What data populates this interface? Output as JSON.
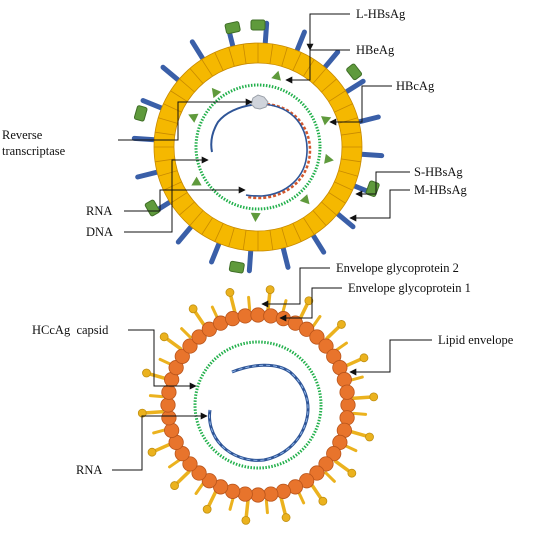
{
  "hbv": {
    "labels": {
      "l_hbsag": "L-HBsAg",
      "hbeag": "HBeAg",
      "hbcag": "HBcAg",
      "reverse_transcriptase_line1": "Reverse",
      "reverse_transcriptase_line2": "transcriptase",
      "s_hbsag": "S-HBsAg",
      "m_hbsag": "M-HBsAg",
      "rna": "RNA",
      "dna": "DNA"
    }
  },
  "hcv": {
    "labels": {
      "envelope_glycoprotein_2": "Envelope glycoprotein 2",
      "envelope_glycoprotein_1": "Envelope glycoprotein 1",
      "hccag_capsid": "HCcAg  capsid",
      "lipid_envelope": "Lipid envelope",
      "rna": "RNA"
    }
  },
  "colors": {
    "envelope_yellow": "#F5B800",
    "envelope_outline": "#C88A00",
    "spike_blue": "#3A5FA8",
    "antigen_green": "#5F9A3C",
    "capsid_green": "#22B04B",
    "capsid_orange": "#E8742C",
    "glycoprotein_gold": "#EBB21E",
    "rna_blue": "#2F5597",
    "dna_red": "#D2582E"
  }
}
